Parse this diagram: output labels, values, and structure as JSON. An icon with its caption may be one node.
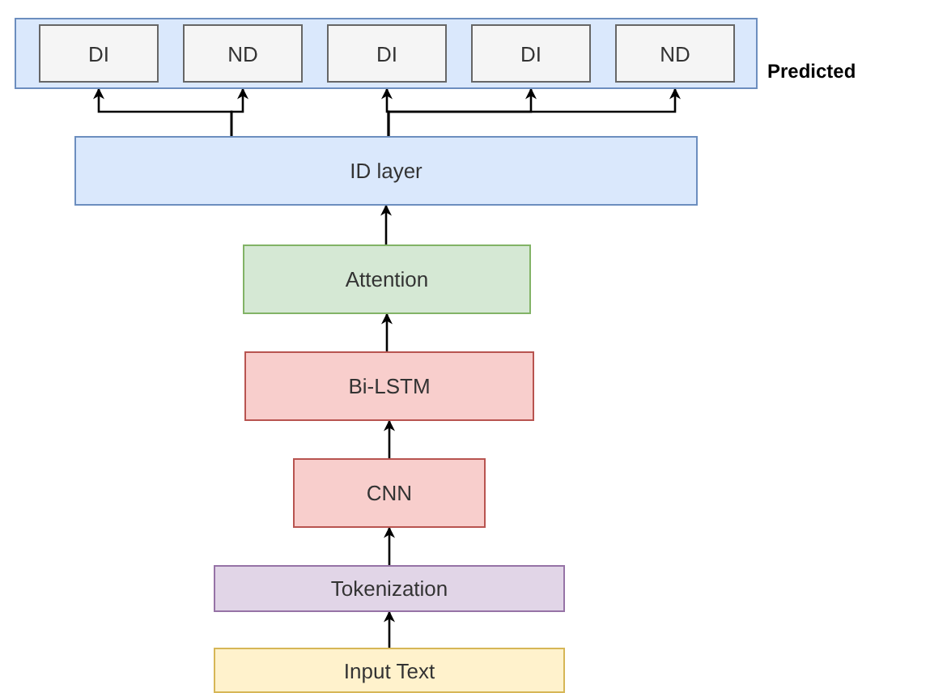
{
  "diagram": {
    "nodes": [
      {
        "text": [],
        "shape": "box",
        "beside": [
          "Predicted"
        ]
      },
      {
        "text": [
          "DI"
        ],
        "in": 0
      },
      {
        "text": [
          "ND"
        ],
        "in": 0
      },
      {
        "text": [
          "DI"
        ],
        "in": 0
      },
      {
        "text": [
          "DI"
        ],
        "in": 0
      },
      {
        "text": [
          "ND"
        ],
        "in": 0
      },
      {
        "text": [
          "ID layer"
        ]
      },
      {
        "text": [
          "Attention"
        ]
      },
      {
        "text": [
          "Bi-LSTM"
        ]
      },
      {
        "text": [
          "CNN"
        ]
      },
      {
        "text": [
          "Tokenization"
        ]
      },
      {
        "text": [
          "Input Text"
        ]
      }
    ],
    "edges": [
      {
        "from": 6,
        "to": 1,
        "arrow": "to"
      },
      {
        "from": 6,
        "to": 2,
        "arrow": "to"
      },
      {
        "from": 6,
        "to": 3,
        "arrow": "to"
      },
      {
        "from": 6,
        "to": 4,
        "arrow": "to"
      },
      {
        "from": 6,
        "to": 5,
        "arrow": "to"
      },
      {
        "from": 7,
        "to": 6,
        "arrow": "to"
      },
      {
        "from": 8,
        "to": 7,
        "arrow": "to"
      },
      {
        "from": 9,
        "to": 8,
        "arrow": "to"
      },
      {
        "from": 10,
        "to": 9,
        "arrow": "to"
      },
      {
        "from": 11,
        "to": 10,
        "arrow": "to"
      }
    ]
  }
}
